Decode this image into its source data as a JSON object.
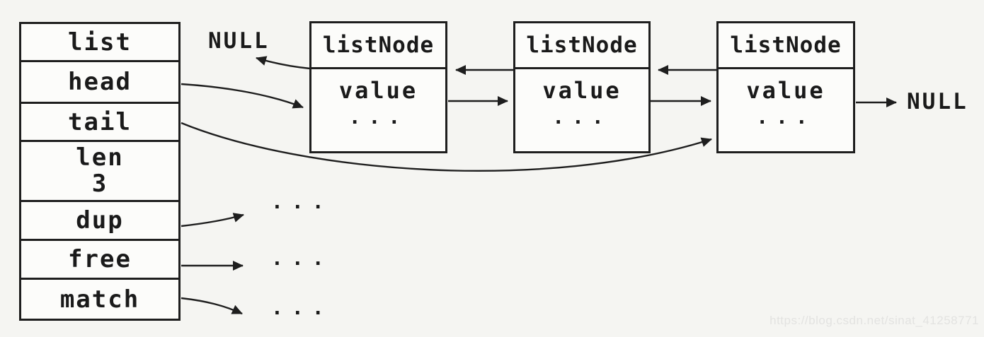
{
  "colors": {
    "background": "#f5f5f2",
    "box_fill": "#fcfcfa",
    "line": "#1e1e1e",
    "text": "#1a1a1a",
    "watermark": "#e3e3e1"
  },
  "list_struct": {
    "fields": [
      {
        "label": "list"
      },
      {
        "label": "head"
      },
      {
        "label": "tail"
      },
      {
        "label": "len",
        "value": "3"
      },
      {
        "label": "dup"
      },
      {
        "label": "free"
      },
      {
        "label": "match"
      }
    ]
  },
  "list_nodes": [
    {
      "title": "listNode",
      "value_label": "value",
      "ellipsis": "..."
    },
    {
      "title": "listNode",
      "value_label": "value",
      "ellipsis": "..."
    },
    {
      "title": "listNode",
      "value_label": "value",
      "ellipsis": "..."
    }
  ],
  "labels": {
    "null_prev": "NULL",
    "null_next": "NULL",
    "ellipsis_dup": "...",
    "ellipsis_free": "...",
    "ellipsis_match": "..."
  },
  "watermark": {
    "text": "https://blog.csdn.net/sinat_41258771"
  }
}
